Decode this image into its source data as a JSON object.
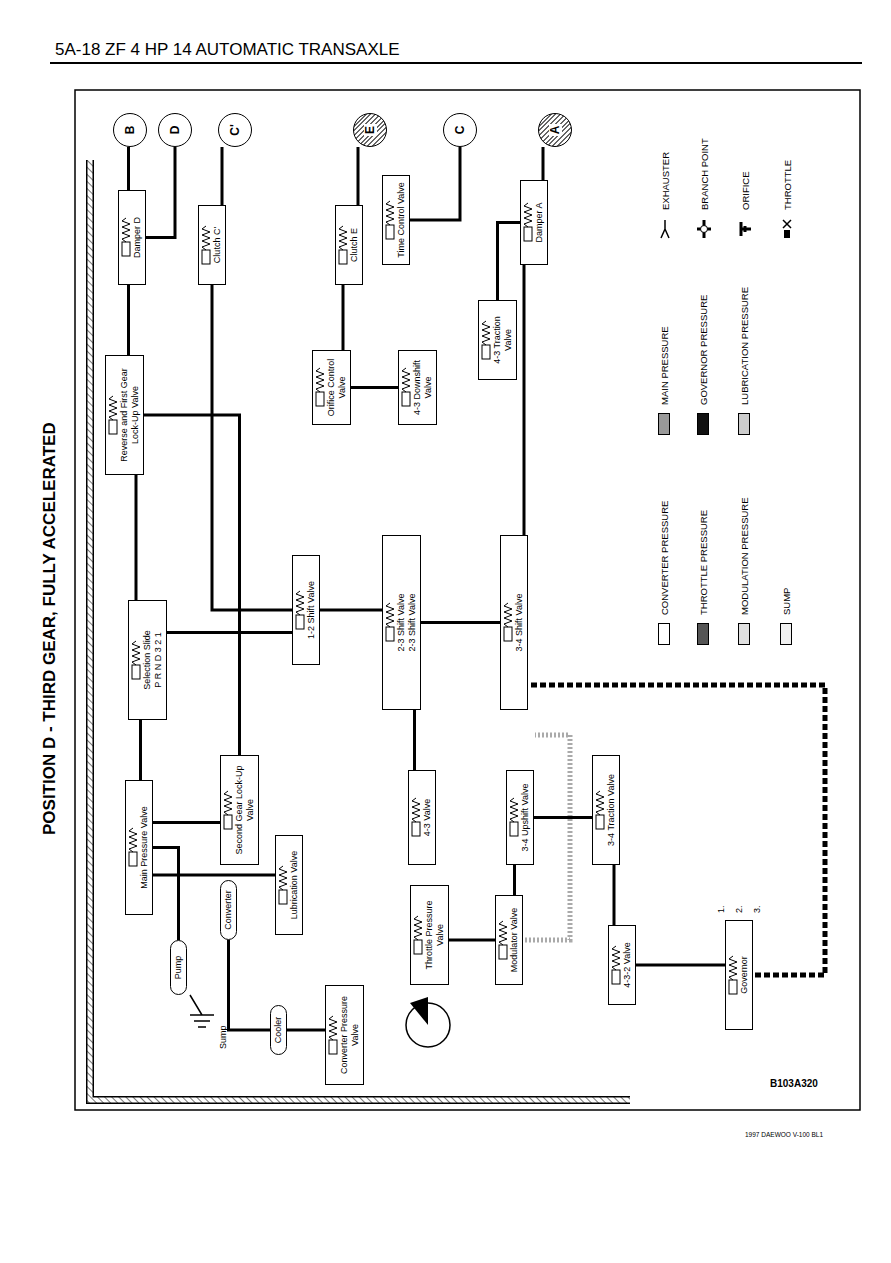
{
  "diagram": {
    "title": "POSITION D - THIRD GEAR, FULLY ACCELERATED",
    "nodes": [
      {
        "text": [
          "Reverse and First Gear Lock-Up Valve"
        ]
      },
      {
        "text": [
          "B"
        ]
      },
      {
        "text": [
          "Damper D"
        ]
      },
      {
        "text": [
          "D"
        ]
      },
      {
        "text": [
          "C'"
        ]
      },
      {
        "text": [
          "Clutch C'"
        ]
      },
      {
        "text": [
          "Clutch E"
        ]
      },
      {
        "text": [
          "E"
        ]
      },
      {
        "text": [
          "Time Control Valve"
        ]
      },
      {
        "text": [
          "C"
        ]
      },
      {
        "text": [
          "A"
        ]
      },
      {
        "text": [
          "Damper A"
        ]
      },
      {
        "text": [
          "Orifice Control Valve"
        ]
      },
      {
        "text": [
          "4-3 Downshift Valve"
        ]
      },
      {
        "text": [
          "4-3 Traction Valve"
        ]
      },
      {
        "text": [
          "Selection Slide",
          "P R N D 3 2 1"
        ]
      },
      {
        "text": [
          "1-2 Shift Valve"
        ]
      },
      {
        "text": [
          "2-3 Shift Valve",
          "2-3 Shift Valve"
        ]
      },
      {
        "text": [
          "3-4 Shift Valve"
        ]
      },
      {
        "text": [
          "Main Pressure Valve"
        ]
      },
      {
        "text": [
          "Second Gear Lock-Up Valve"
        ]
      },
      {
        "text": [
          "4-3 Valve"
        ]
      },
      {
        "text": [
          "3-4 Upshift Valve"
        ]
      },
      {
        "text": [
          "3-4 Traction Valve"
        ]
      },
      {
        "text": [
          "Pump"
        ]
      },
      {
        "text": [
          "Converter"
        ]
      },
      {
        "text": [
          "Lubrication Valve"
        ]
      },
      {
        "text": [
          "Cooler"
        ]
      },
      {
        "text": [
          "Converter Pressure Valve"
        ]
      },
      {
        "text": [
          "Throttle Pressure Valve"
        ]
      },
      {
        "text": [
          "Modulator Valve"
        ]
      },
      {
        "text": [
          "4-3-2 Valve"
        ]
      },
      {
        "text": [
          "Governor"
        ]
      }
    ],
    "edges": [
      {
        "from": 24,
        "to": 19,
        "arrow": "none"
      },
      {
        "from": 19,
        "to": 15,
        "arrow": "none"
      },
      {
        "from": 15,
        "to": 0,
        "arrow": "none"
      },
      {
        "from": 0,
        "to": 1,
        "arrow": "none"
      },
      {
        "from": 2,
        "to": 3,
        "arrow": "none"
      },
      {
        "from": 5,
        "to": 4,
        "arrow": "none"
      },
      {
        "from": 6,
        "to": 7,
        "arrow": "none"
      },
      {
        "from": 8,
        "to": 9,
        "arrow": "none"
      },
      {
        "from": 11,
        "to": 10,
        "arrow": "none"
      },
      {
        "from": 15,
        "to": 16,
        "arrow": "none"
      },
      {
        "from": 16,
        "to": 17,
        "arrow": "none"
      },
      {
        "from": 17,
        "to": 18,
        "arrow": "none"
      },
      {
        "from": 18,
        "to": 11,
        "arrow": "none"
      },
      {
        "from": 13,
        "to": 12,
        "arrow": "none"
      },
      {
        "from": 12,
        "to": 6,
        "arrow": "none"
      },
      {
        "from": 14,
        "to": 11,
        "arrow": "none"
      },
      {
        "from": 21,
        "to": 17,
        "arrow": "none"
      },
      {
        "from": 20,
        "to": 0,
        "arrow": "none"
      },
      {
        "from": 19,
        "to": 26,
        "arrow": "none"
      },
      {
        "from": 19,
        "to": 20,
        "arrow": "none"
      },
      {
        "from": 25,
        "to": 27,
        "arrow": "none"
      },
      {
        "from": 27,
        "to": 28,
        "arrow": "none"
      },
      {
        "from": 29,
        "to": 30,
        "arrow": "none"
      },
      {
        "from": 30,
        "to": 22,
        "arrow": "none"
      },
      {
        "from": 32,
        "to": 31,
        "arrow": "none"
      },
      {
        "from": 31,
        "to": 23,
        "arrow": "none"
      },
      {
        "from": 23,
        "to": 22,
        "arrow": "none"
      },
      {
        "from": 16,
        "to": 5,
        "arrow": "none"
      }
    ],
    "labels": [
      "5A-18 ZF 4 HP 14 AUTOMATIC TRANSAXLE",
      "Sump",
      "1.",
      "2.",
      "3.",
      "B103A320",
      "1997 DAEWOO V-100 BL1"
    ],
    "legend": [
      {
        "text": "CONVERTER PRESSURE",
        "color": "#ffffff"
      },
      {
        "text": "THROTTLE PRESSURE",
        "color": "#555555"
      },
      {
        "text": "MODULATION PRESSURE",
        "color": "#e0e0e0"
      },
      {
        "text": "SUMP",
        "color": "#f0f0f0"
      },
      {
        "text": "MAIN PRESSURE",
        "color": "#999999"
      },
      {
        "text": "GOVERNOR PRESSURE",
        "color": "#111111"
      },
      {
        "text": "LUBRICATION PRESSURE",
        "color": "#cccccc"
      },
      {
        "text": "EXHAUSTER"
      },
      {
        "text": "BRANCH POINT"
      },
      {
        "text": "ORIFICE"
      },
      {
        "text": "THROTTLE"
      }
    ]
  }
}
